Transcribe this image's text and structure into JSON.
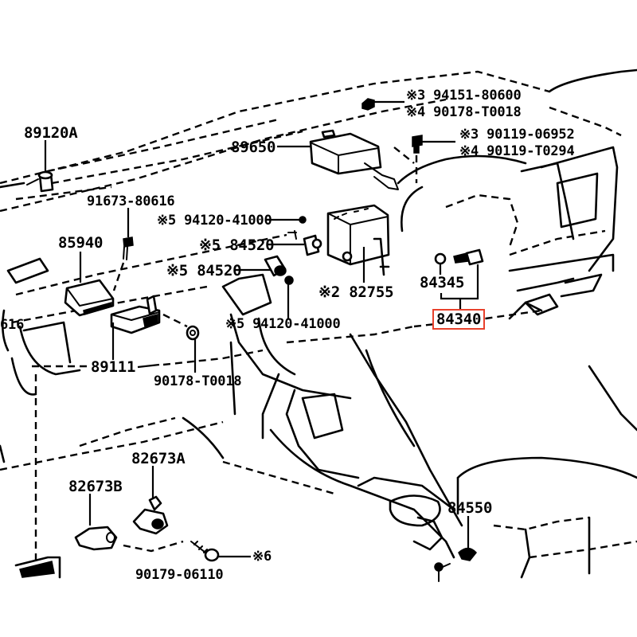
{
  "diagram": {
    "title": "Instrument panel parts diagram",
    "highlight_color": "#e8412c",
    "labels": {
      "p89120A": "89120A",
      "p91673": "91673-80616",
      "p91673_partial": "616",
      "p85940": "85940",
      "p89111": "89111",
      "p90178_lower": "90178-T0018",
      "p89650": "89650",
      "ref3_94151": "※3 94151-80600",
      "ref4_90178": "※4 90178-T0018",
      "ref3_90119": "※3 90119-06952",
      "ref4_90119": "※4 90119-T0294",
      "ref5_94120_upper": "※5 94120-41000",
      "ref5_84520_upper": "※5 84520",
      "ref5_84520_lower": "※5 84520",
      "ref5_94120_lower": "※5 94120-41000",
      "ref2_82755": "※2 82755",
      "p84345": "84345",
      "p84340": "84340",
      "p82673A": "82673A",
      "p82673B": "82673B",
      "ref6": "※6",
      "p90179": "90179-06110",
      "p84550": "84550"
    },
    "selected_part": "84340"
  }
}
